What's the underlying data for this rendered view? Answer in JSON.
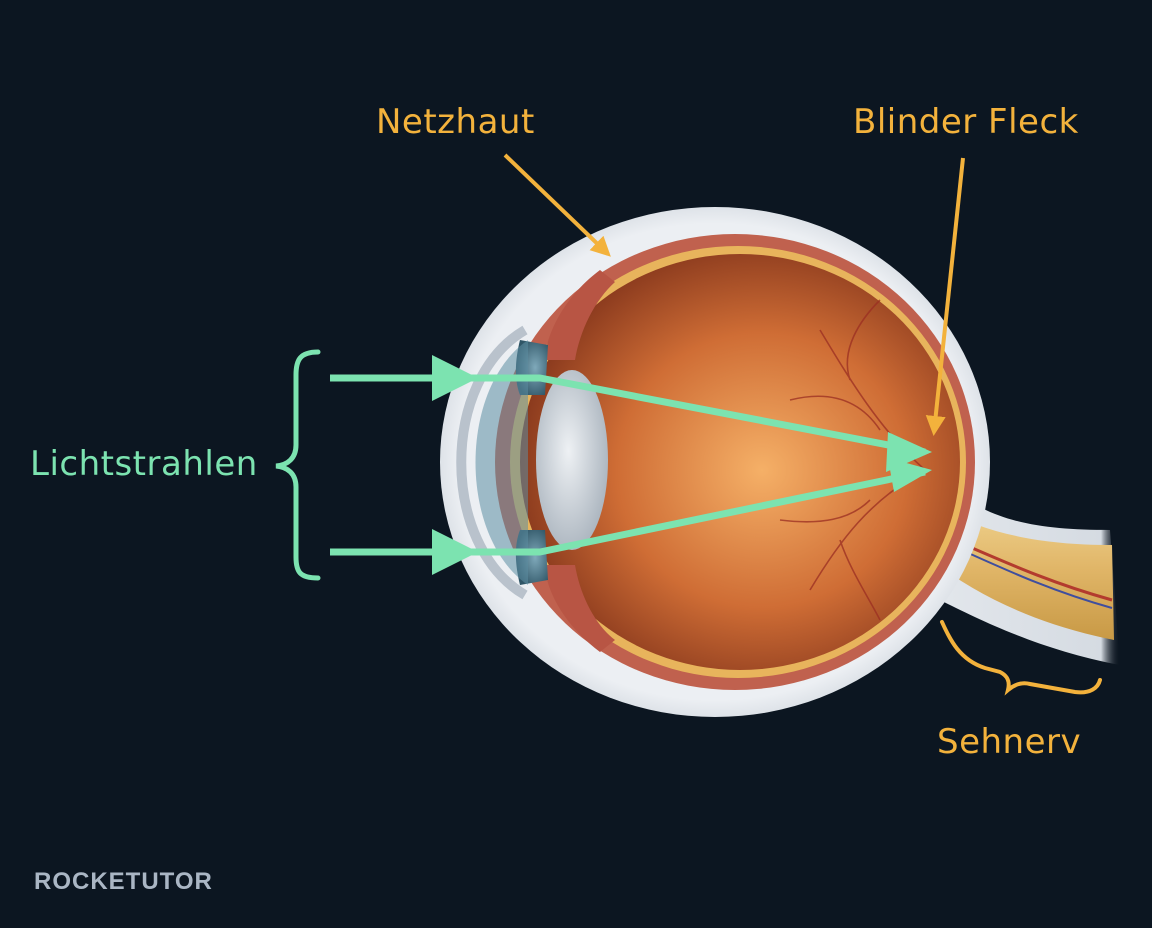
{
  "labels": {
    "retina": "Netzhaut",
    "blind_spot": "Blinder Fleck",
    "light_rays": "Lichtstrahlen",
    "optic_nerve": "Sehnerv"
  },
  "brand": {
    "logo_text": "ROCKETUTOR"
  },
  "colors": {
    "background": "#0c1621",
    "label_orange": "#f3b23c",
    "label_green": "#7ce3b0",
    "sclera": "#dfe3e8",
    "choroid": "#c0614e",
    "retina_layer": "#e8b45c",
    "vitreous_center": "#f0a05a",
    "vitreous_edge": "#8c3a20",
    "lens": "#cfd6dd",
    "iris": "#4f7d92",
    "nerve": "#e7c27a"
  }
}
